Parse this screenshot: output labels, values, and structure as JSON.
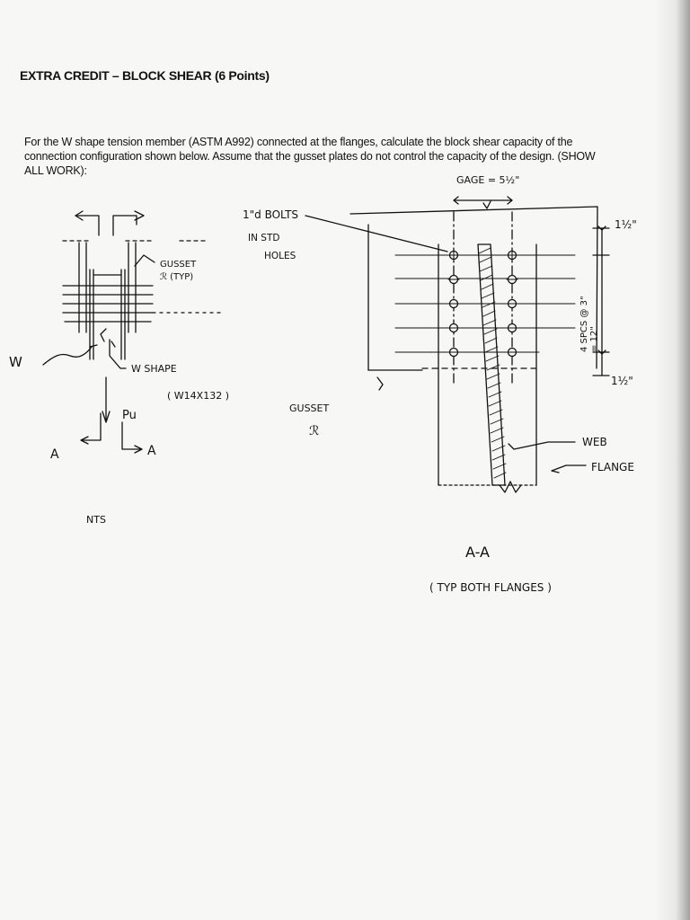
{
  "document": {
    "title": "EXTRA CREDIT – BLOCK SHEAR (6 Points)",
    "problem_statement": "For the W shape tension member (ASTM A992) connected at the flanges, calculate the block shear capacity of the connection configuration shown below. Assume that the gusset plates do not control the capacity of the design. (SHOW ALL WORK):"
  },
  "elevation_sketch": {
    "gusset_label": "GUSSET",
    "gusset_typ_label": "ℛ (TYP)",
    "w_label": "W",
    "w_shape_label": "W SHAPE",
    "w_shape_size": "( W14X132 )",
    "load_label": "Pu",
    "section_cut_left": "A",
    "section_cut_right": "A",
    "nts_label": "NTS"
  },
  "section_detail": {
    "gage_label": "GAGE = 5½\"",
    "bolts_label_line1": "1\"d BOLTS",
    "bolts_label_line2": "IN STD",
    "bolts_label_line3": "HOLES",
    "edge_top": "1½\"",
    "edge_bottom": "1½\"",
    "spacing_line1": "4 SPCS @ 3\"",
    "spacing_line2": "= 12\"",
    "gusset_label": "GUSSET",
    "gusset_symbol": "ℛ",
    "web_label": "WEB",
    "flange_label": "FLANGE",
    "section_title": "A-A",
    "section_subtitle": "( TYP BOTH FLANGES )"
  },
  "icons": [
    "section-cut-arrow-icon",
    "bolt-hole-icon",
    "break-line-icon",
    "load-arrow-icon"
  ]
}
